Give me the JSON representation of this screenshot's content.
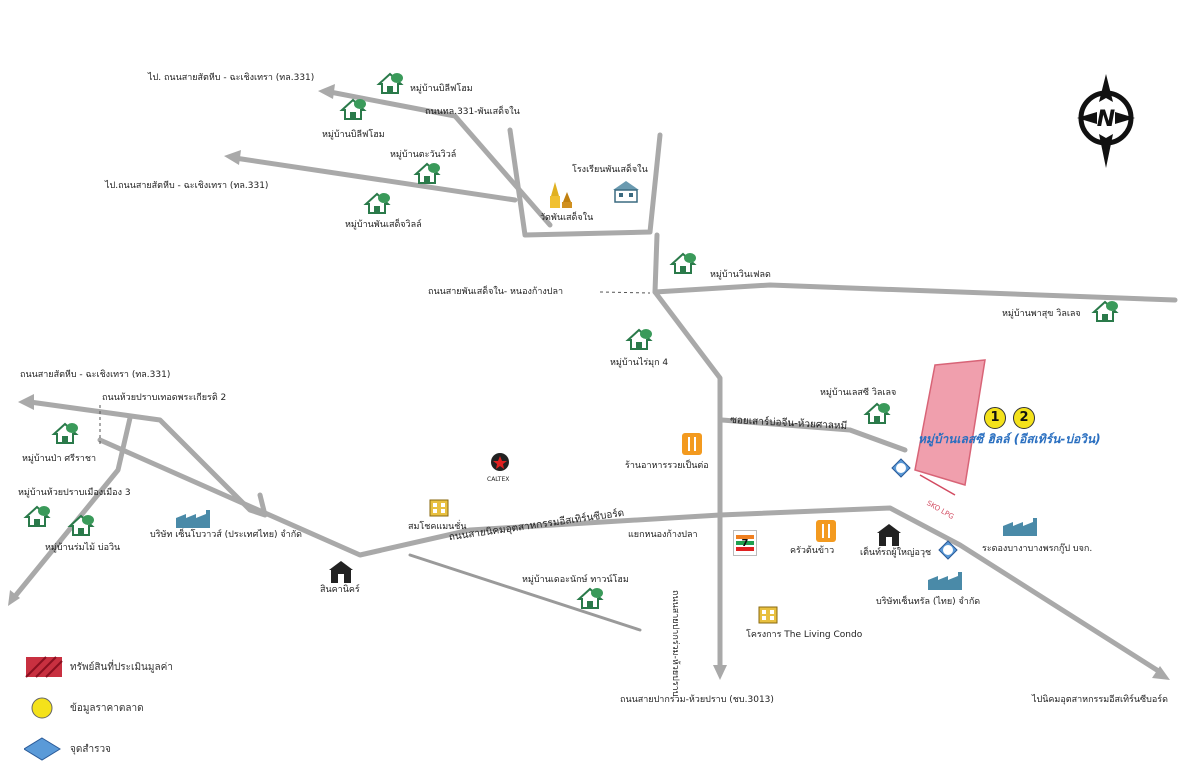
{
  "labels": {
    "road_331_top": "ไป. ถนนสายสัตหีบ - ฉะเชิงเทรา (ทล.331)",
    "road_331_mid": "ไป.ถนนสายสัตหีบ - ฉะเชิงเทรา (ทล.331)",
    "road_331_left": "ถนนสายสัตหีบ - ฉะเชิงเทรา (ทล.331)",
    "road_huay_prab": "ถนนห้วยปราบเทอดพระเกียรติ 2",
    "road_331_pantoe": "ถนนทล.331-พันเสด็จใน",
    "road_pantoe_nongkang": "ถนนสายพันเสด็จใน- หนองก้างปลา",
    "road_pakruam": "ถนนสายปากร่วม-ห้วยปราบ (ชบ.3013)",
    "road_vertical": "ถนนสายปากร่วม-ห้วยปราบ",
    "road_soi_bon": "ซอยเสาร์บ่อจีน-ห้วยศาลหมี",
    "road_main_diag": "ถนนสายนิคมอุตสาหกรรมอีสเทิร์นซีบอร์ด",
    "road_to_industrial": "ไปนิคมอุตสาหกรรมอีสเทิร์นซีบอร์ด",
    "v_bilsai_1": "หมู่บ้านบิลีฟโฮม",
    "v_bilsai_2": "หมู่บ้านบิลีฟโฮม",
    "v_krungwong": "หมู่บ้านตะวันวิวล์",
    "v_pantoe_wil": "หมู่บ้านพันเสด็จวิลล์",
    "school": "โรงเรียนพันเสด็จใน",
    "temple": "วัดพันเสด็จใน",
    "v_winfield": "หมู่บ้านวินเฟลด",
    "v_pasuk": "หมู่บ้านพาสุข วิลเลจ",
    "v_raimuk": "หมู่บ้านไร่มุก 4",
    "v_rose": "หมู่บ้านเลสซี วิลเลจ",
    "prop_label": "หมู่บ้านเลสซี ฮิลล์ (อีสเทิร์น-บ่อวิน)",
    "restaurant_rao": "ร้านอาหารรวยเป็นต่อ",
    "caltex": "CALTEX",
    "v_pa_sriracha": "หมู่บ้านป่า ศรีราชา",
    "v_huay_prab": "หมู่บ้านห้วยปราบเมืองเมือง 3",
    "v_rommai": "หมู่บ้านร่มไม้ บ่อวิน",
    "co_thai": "บริษัท เซ็นโบวาวส์ (ประเทศไทย) จำกัด",
    "somchok": "สมโชคแมนชั่น",
    "junction": "แยกหนองก้างปลา",
    "seven": "7-ELEVEN",
    "krua_tonkhao": "ครัวต้นข้าว",
    "tent": "เต็นท์รถผู้ใหญ่อวุช",
    "tent_school": "ระดองบางาบางพรกกู๊ป บจก.",
    "co_toyota": "บริษัทเซ็นทรัล (ไทย) จำกัด",
    "sinkha": "สินคานิคร์",
    "v_lermpun": "หมู่บ้านเดอะนักษ์ ทาวน์โฮม",
    "living_condo": "โครงการ The Living Condo",
    "survey_gas": "SKO LPG"
  },
  "markers": {
    "market_1": "1",
    "market_2": "2"
  },
  "compass": {
    "letter": "N"
  },
  "legend": {
    "asset_label": "ทรัพย์สินที่ประเมินมูลค่า",
    "market_label": "ข้อมูลราคาตลาด",
    "survey_label": "จุดสำรวจ"
  },
  "colors": {
    "property_fill": "#ee8f9f",
    "property_stroke": "#d24a60",
    "market_fill": "#f4e21b",
    "label_blue": "#2a6fc0",
    "road": "#a9a9a9"
  },
  "icons": {
    "village": "house-icon",
    "temple": "temple-icon",
    "school": "school-icon",
    "restaurant": "restaurant-icon",
    "gas": "gas-station-icon",
    "factory": "factory-icon",
    "building": "building-icon",
    "condo": "condo-icon",
    "compass": "compass-icon",
    "convenience": "convenience-store-icon"
  }
}
